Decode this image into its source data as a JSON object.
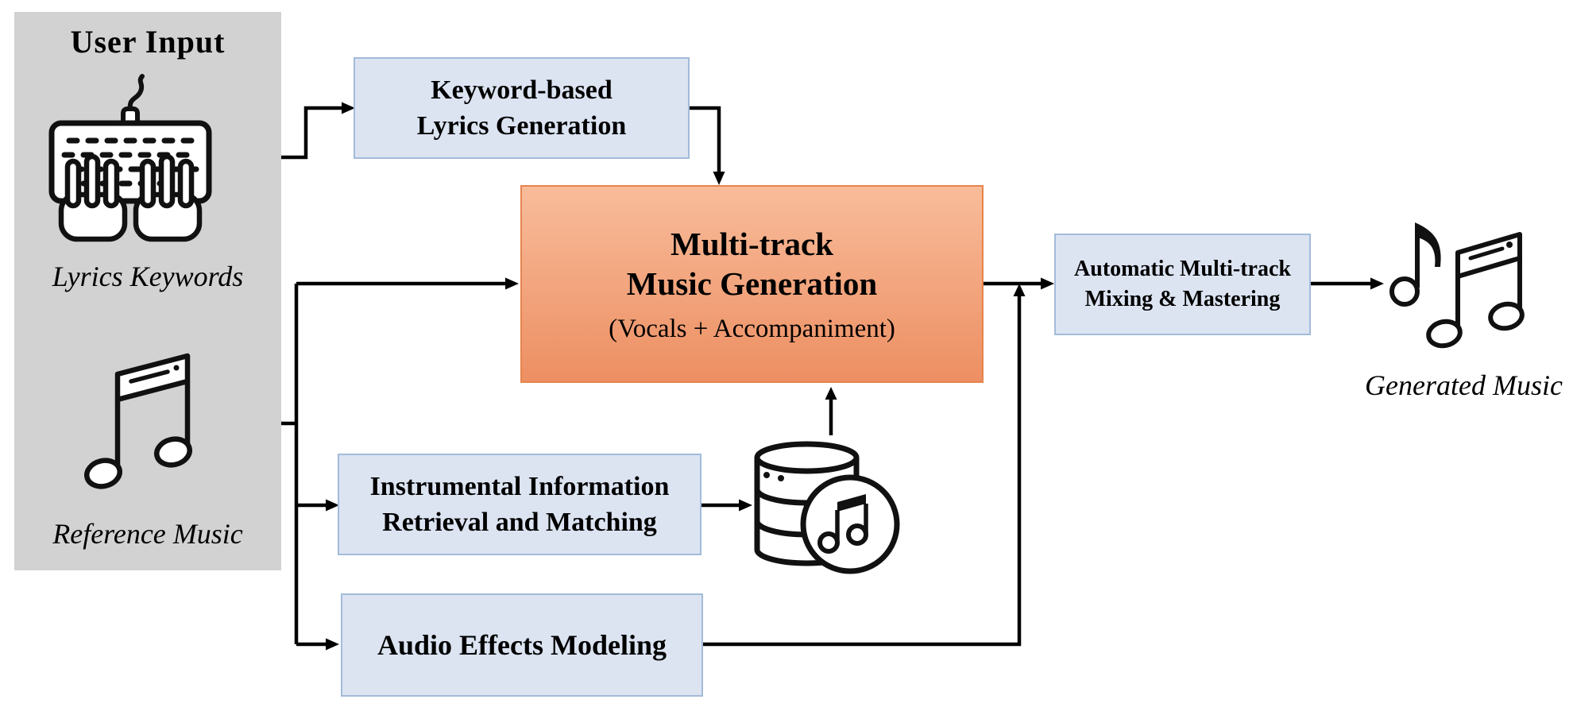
{
  "panel": {
    "title": "User Input",
    "lyrics_caption": "Lyrics Keywords",
    "reference_caption": "Reference Music"
  },
  "nodes": {
    "keyword_lyrics": {
      "line1": "Keyword-based",
      "line2": "Lyrics Generation"
    },
    "multitrack": {
      "line1": "Multi-track",
      "line2": "Music Generation",
      "subtitle": "(Vocals + Accompaniment)"
    },
    "instrumental": {
      "line1": "Instrumental Information",
      "line2": "Retrieval and Matching"
    },
    "audio_effects": {
      "label": "Audio Effects Modeling"
    },
    "mixing": {
      "line1": "Automatic Multi-track",
      "line2": "Mixing & Mastering"
    }
  },
  "output": {
    "caption": "Generated Music"
  },
  "icons": {
    "keyboard": "keyboard-icon",
    "reference_music": "music-note-icon",
    "database": "music-database-icon",
    "generated_music": "music-notes-icon"
  },
  "colors": {
    "panel_bg": "#d2d2d2",
    "blue_box_bg": "#dce4f2",
    "blue_box_border": "#a3bbd9",
    "orange_top": "#f8bc9a",
    "orange_bottom": "#ed8f63",
    "orange_border": "#e5854d",
    "connector": "#000000"
  }
}
